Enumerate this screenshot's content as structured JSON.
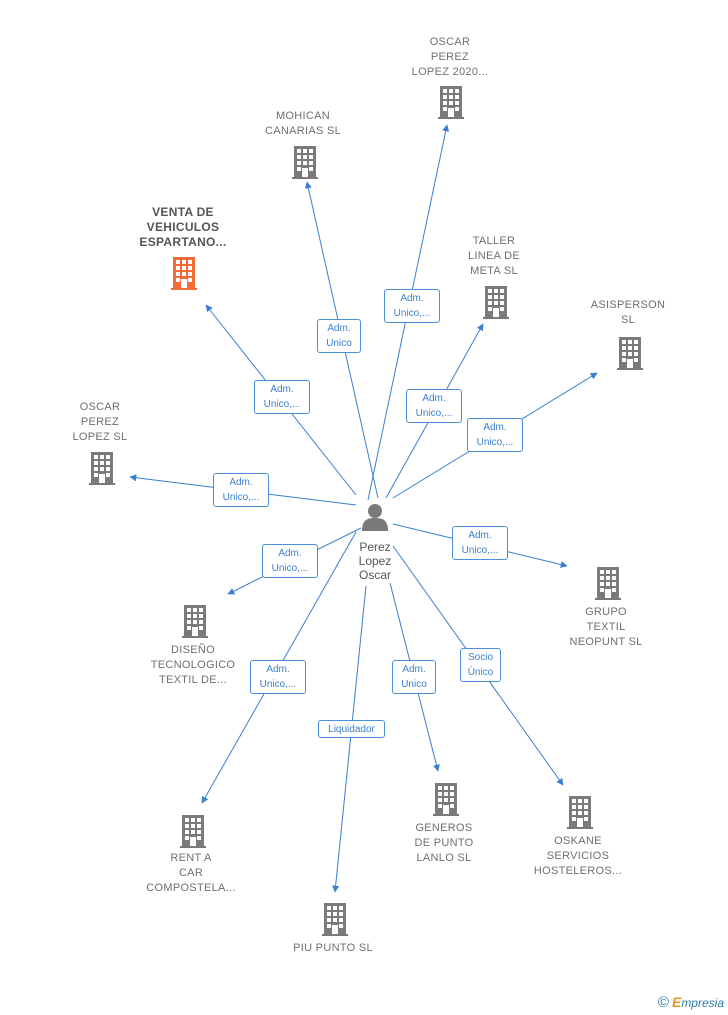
{
  "center": {
    "name": "Perez\nLopez\nOscar",
    "icon": "person-icon"
  },
  "colors": {
    "edge": "#3a7fcf",
    "company": "#7a7a7a",
    "highlight": "#f26a35"
  },
  "nodes": [
    {
      "id": "oscar-perez-lopez-2020",
      "label": "OSCAR\nPEREZ\nLOPEZ 2020...",
      "edge_label": "Adm.\nUnico,..."
    },
    {
      "id": "mohican-canarias",
      "label": "MOHICAN\nCANARIAS SL",
      "edge_label": "Adm.\nUnico"
    },
    {
      "id": "venta-de-vehiculos",
      "label": "VENTA DE\nVEHICULOS\nESPARTANO...",
      "edge_label": "Adm.\nUnico,...",
      "highlight": true
    },
    {
      "id": "taller-linea-de-meta",
      "label": "TALLER\nLINEA DE\nMETA SL",
      "edge_label": "Adm.\nUnico,..."
    },
    {
      "id": "asisperson",
      "label": "ASISPERSON\nSL",
      "edge_label": "Adm.\nUnico,..."
    },
    {
      "id": "oscar-perez-lopez-sl",
      "label": "OSCAR\nPEREZ\nLOPEZ SL",
      "edge_label": "Adm.\nUnico,..."
    },
    {
      "id": "grupo-textil-neopunt",
      "label": "GRUPO\nTEXTIL\nNEOPUNT SL",
      "edge_label": "Adm.\nUnico,..."
    },
    {
      "id": "diseno-tecnologico",
      "label": "DISEÑO\nTECNOLOGICO\nTEXTIL DE...",
      "edge_label": "Adm.\nUnico,..."
    },
    {
      "id": "rent-a-car",
      "label": "RENT A\nCAR\nCOMPOSTELA...",
      "edge_label": "Adm.\nUnico,..."
    },
    {
      "id": "piu-punto",
      "label": "PIU PUNTO SL",
      "edge_label": "Liquidador"
    },
    {
      "id": "generos-de-punto",
      "label": "GENEROS\nDE PUNTO\nLANLO SL",
      "edge_label": "Adm.\nUnico"
    },
    {
      "id": "oskane-servicios",
      "label": "OSKANE\nSERVICIOS\nHOSTELEROS...",
      "edge_label": "Socio\nÚnico"
    }
  ],
  "footer": {
    "copyright": "©",
    "brand_initial": "E",
    "brand_rest": "mpresia"
  }
}
